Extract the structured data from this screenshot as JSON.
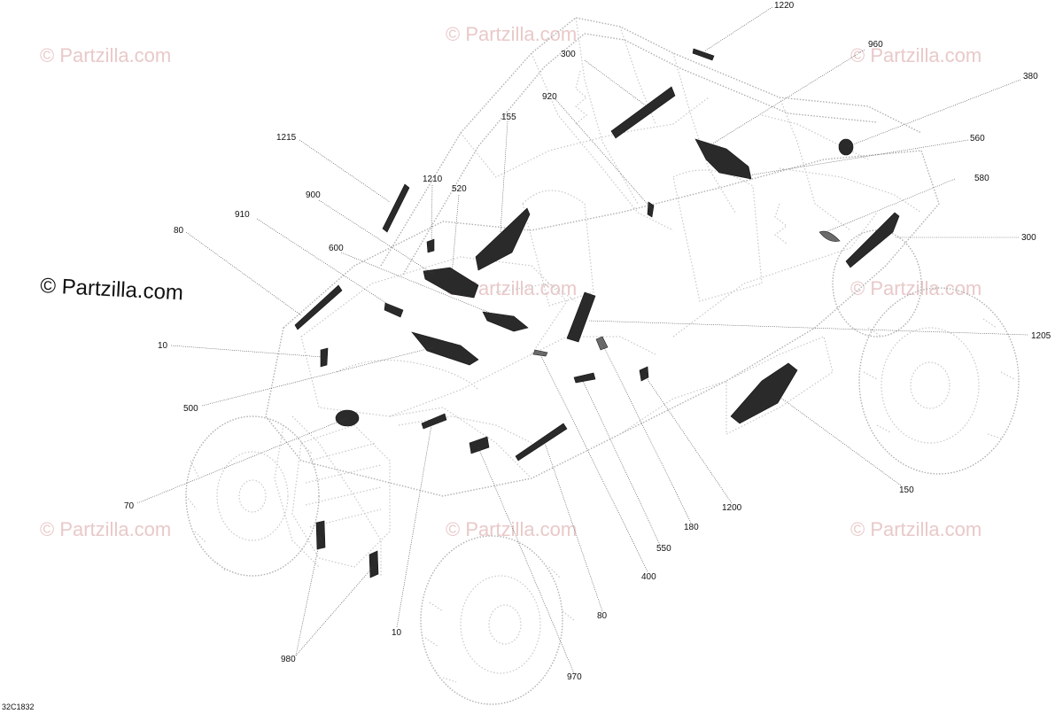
{
  "watermark": {
    "text": "© Partzilla.com"
  },
  "diagram_code": "32C1832",
  "callouts": [
    {
      "id": "c1220",
      "label": "1220"
    },
    {
      "id": "c300a",
      "label": "300"
    },
    {
      "id": "c960",
      "label": "960"
    },
    {
      "id": "c380",
      "label": "380"
    },
    {
      "id": "c920",
      "label": "920"
    },
    {
      "id": "c155",
      "label": "155"
    },
    {
      "id": "c560",
      "label": "560"
    },
    {
      "id": "c1215",
      "label": "1215"
    },
    {
      "id": "c580",
      "label": "580"
    },
    {
      "id": "c1210",
      "label": "1210"
    },
    {
      "id": "c520",
      "label": "520"
    },
    {
      "id": "c900",
      "label": "900"
    },
    {
      "id": "c910",
      "label": "910"
    },
    {
      "id": "c300b",
      "label": "300"
    },
    {
      "id": "c80a",
      "label": "80"
    },
    {
      "id": "c600",
      "label": "600"
    },
    {
      "id": "c1205",
      "label": "1205"
    },
    {
      "id": "c10a",
      "label": "10"
    },
    {
      "id": "c500",
      "label": "500"
    },
    {
      "id": "c150",
      "label": "150"
    },
    {
      "id": "c1200",
      "label": "1200"
    },
    {
      "id": "c70",
      "label": "70"
    },
    {
      "id": "c180",
      "label": "180"
    },
    {
      "id": "c550",
      "label": "550"
    },
    {
      "id": "c400",
      "label": "400"
    },
    {
      "id": "c80b",
      "label": "80"
    },
    {
      "id": "c10b",
      "label": "10"
    },
    {
      "id": "c980",
      "label": "980"
    },
    {
      "id": "c970",
      "label": "970"
    }
  ]
}
